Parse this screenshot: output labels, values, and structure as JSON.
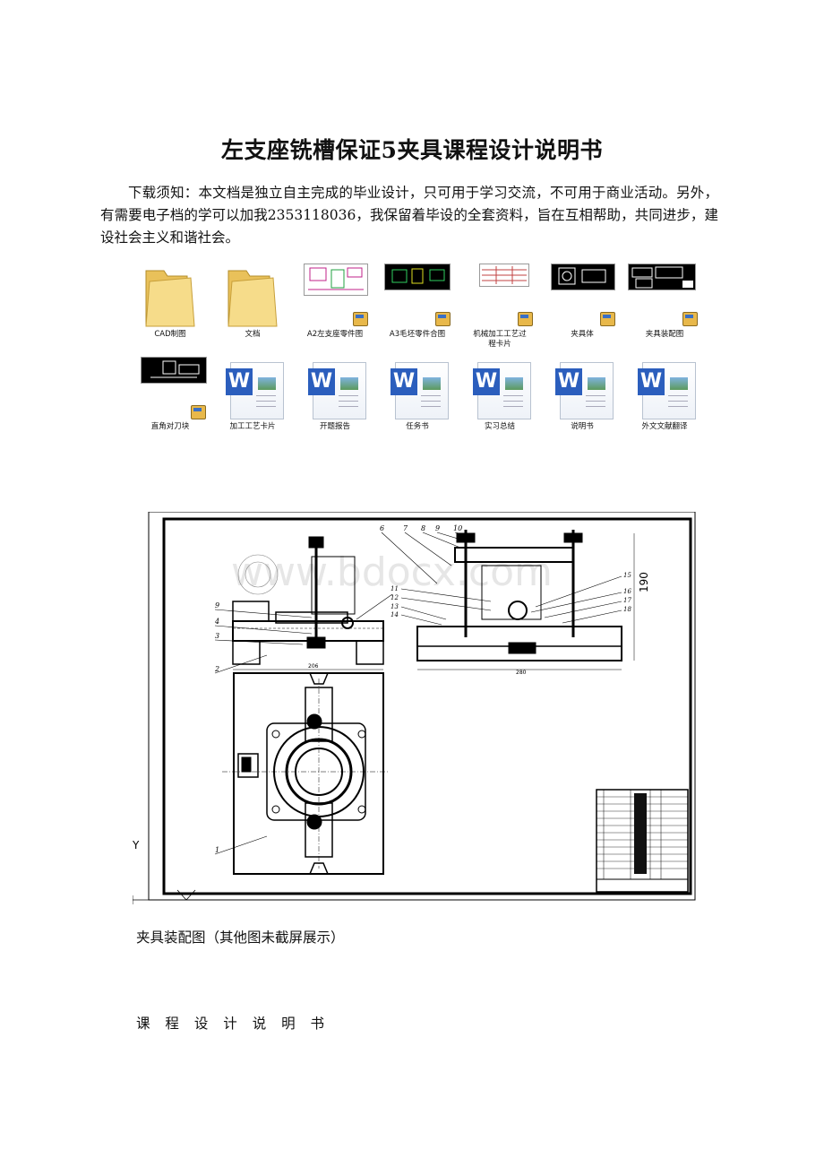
{
  "title": "左支座铣槽保证5夹具课程设计说明书",
  "notice": "下载须知：本文档是独立自主完成的毕业设计，只可用于学习交流，不可用于商业活动。另外，有需要电子档的学可以加我2353118036，我保留着毕设的全套资料，旨在互相帮助，共同进步，建设社会主义和谐社会。",
  "files_row1": [
    {
      "label": "CAD制图",
      "kind": "folder"
    },
    {
      "label": "文档",
      "kind": "folder"
    },
    {
      "label": "A2左支座零件图",
      "kind": "cad"
    },
    {
      "label": "A3毛坯零件合图",
      "kind": "cad"
    },
    {
      "label": "机械加工工艺过",
      "label2": "程卡片",
      "kind": "cad"
    },
    {
      "label": "夹具体",
      "kind": "cad"
    },
    {
      "label": "夹具装配图",
      "kind": "cad"
    }
  ],
  "files_row2": [
    {
      "label": "直角对刀块",
      "kind": "cad"
    },
    {
      "label": "加工工艺卡片",
      "kind": "word"
    },
    {
      "label": "开题报告",
      "kind": "word"
    },
    {
      "label": "任务书",
      "kind": "word"
    },
    {
      "label": "实习总结",
      "kind": "word"
    },
    {
      "label": "说明书",
      "kind": "word"
    },
    {
      "label": "外文文献翻译",
      "kind": "word"
    }
  ],
  "drawing": {
    "watermark": "www.bdocx.com",
    "dim_top": "190",
    "dim_bottom_left": "206",
    "dim_bottom_right": "280",
    "axis_y": "Y",
    "callouts_left": [
      "9",
      "4",
      "3",
      "2",
      "1"
    ],
    "callouts_top": [
      "6",
      "7",
      "8",
      "9",
      "10"
    ],
    "callouts_mid": [
      "11",
      "12",
      "13",
      "14"
    ],
    "callouts_right": [
      "15",
      "16",
      "17",
      "18"
    ]
  },
  "caption": "夹具装配图（其他图未截屏展示）",
  "section_title": "课 程 设 计 说 明 书"
}
